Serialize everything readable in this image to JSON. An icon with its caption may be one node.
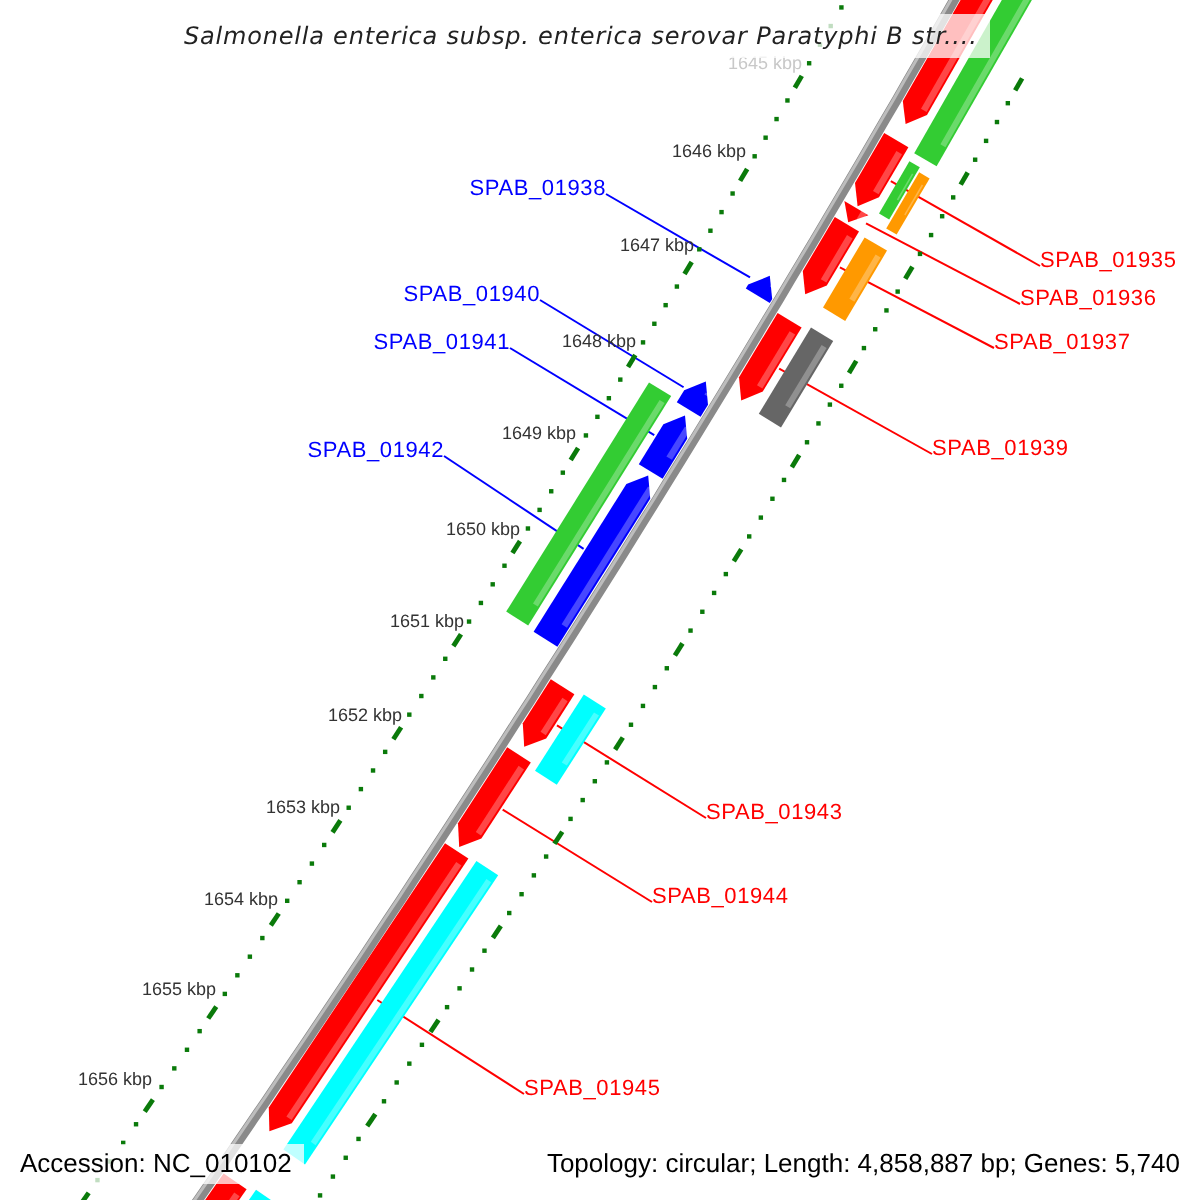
{
  "diagram": {
    "title": "Salmonella enterica subsp. enterica serovar Paratyphi B str....",
    "nodes": [
      {
        "text": [
          "SPAB_01938"
        ]
      },
      {
        "text": [
          "SPAB_01935"
        ]
      },
      {
        "text": [
          "SPAB_01940"
        ]
      },
      {
        "text": [
          "SPAB_01936"
        ]
      },
      {
        "text": [
          "SPAB_01941"
        ]
      },
      {
        "text": [
          "SPAB_01937"
        ]
      },
      {
        "text": [
          "SPAB_01939"
        ]
      },
      {
        "text": [
          "SPAB_01942"
        ]
      },
      {
        "text": [
          "SPAB_01943"
        ]
      },
      {
        "text": [
          "SPAB_01944"
        ]
      },
      {
        "text": [
          "SPAB_01945"
        ]
      },
      {
        "text": [],
        "shape": "bar"
      },
      {
        "text": [],
        "shape": "bar"
      },
      {
        "text": [],
        "shape": "bar"
      },
      {
        "text": [],
        "shape": "bar"
      },
      {
        "text": [],
        "shape": "bar"
      },
      {
        "text": [],
        "shape": "bar"
      },
      {
        "text": [],
        "shape": "bar"
      },
      {
        "text": [],
        "shape": "bar"
      },
      {
        "text": [],
        "shape": "bar"
      },
      {
        "text": [],
        "shape": "bar"
      },
      {
        "text": [],
        "shape": "bar"
      }
    ],
    "edges": [
      {
        "from": 0,
        "to": 14,
        "arrow": "none",
        "color": "#0000ff"
      },
      {
        "from": 1,
        "to": 11,
        "arrow": "none"
      },
      {
        "from": 2,
        "to": 16,
        "arrow": "none",
        "color": "#0000ff"
      },
      {
        "from": 3,
        "to": 12,
        "arrow": "none"
      },
      {
        "from": 4,
        "to": 17,
        "arrow": "none",
        "color": "#0000ff"
      },
      {
        "from": 5,
        "to": 13,
        "arrow": "none"
      },
      {
        "from": 6,
        "to": 15,
        "arrow": "none"
      },
      {
        "from": 7,
        "to": 18,
        "arrow": "none",
        "color": "#0000ff"
      },
      {
        "from": 8,
        "to": 19,
        "arrow": "none"
      },
      {
        "from": 9,
        "to": 20,
        "arrow": "none"
      },
      {
        "from": 10,
        "to": 21,
        "arrow": "none"
      }
    ],
    "labels": [
      "1645 kbp",
      "1646 kbp",
      "1647 kbp",
      "1648 kbp",
      "1649 kbp",
      "1650 kbp",
      "1651 kbp",
      "1652 kbp",
      "1653 kbp",
      "1654 kbp",
      "1655 kbp",
      "1656 kbp",
      "Accession: NC_010102",
      "Topology: circular; Length: 4,858,887 bp; Genes: 5,740"
    ]
  }
}
